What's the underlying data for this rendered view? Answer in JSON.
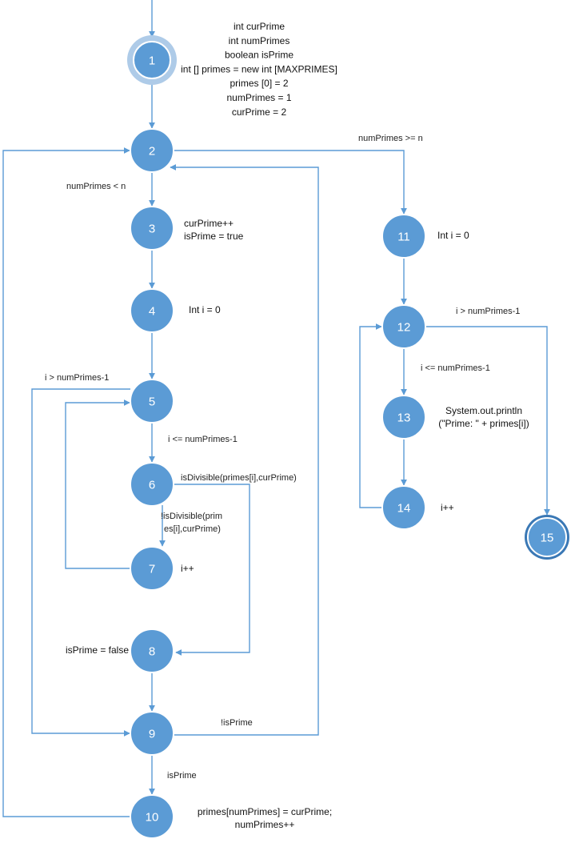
{
  "nodes": [
    {
      "id": "1",
      "label": "1",
      "type": "start"
    },
    {
      "id": "2",
      "label": "2"
    },
    {
      "id": "3",
      "label": "3"
    },
    {
      "id": "4",
      "label": "4"
    },
    {
      "id": "5",
      "label": "5"
    },
    {
      "id": "6",
      "label": "6"
    },
    {
      "id": "7",
      "label": "7"
    },
    {
      "id": "8",
      "label": "8"
    },
    {
      "id": "9",
      "label": "9"
    },
    {
      "id": "10",
      "label": "10"
    },
    {
      "id": "11",
      "label": "11"
    },
    {
      "id": "12",
      "label": "12"
    },
    {
      "id": "13",
      "label": "13"
    },
    {
      "id": "14",
      "label": "14"
    },
    {
      "id": "15",
      "label": "15",
      "type": "end"
    }
  ],
  "node_code": {
    "n1": [
      "int curPrime",
      "int numPrimes",
      "boolean isPrime",
      "int [] primes = new int [MAXPRIMES]",
      "primes [0] = 2",
      "numPrimes = 1",
      "curPrime = 2"
    ],
    "n3": [
      "curPrime++",
      "isPrime = true"
    ],
    "n4": [
      "Int i = 0"
    ],
    "n7": [
      "i++"
    ],
    "n8": [
      "isPrime = false"
    ],
    "n10": [
      "primes[numPrimes] = curPrime;",
      "numPrimes++"
    ],
    "n11": [
      "Int i = 0"
    ],
    "n13": [
      "System.out.println",
      "(\"Prime: \" + primes[i])"
    ],
    "n14": [
      "i++"
    ]
  },
  "edges": [
    {
      "from": "entry",
      "to": "1"
    },
    {
      "from": "1",
      "to": "2"
    },
    {
      "from": "2",
      "to": "3",
      "label": "numPrimes < n"
    },
    {
      "from": "2",
      "to": "11",
      "label": "numPrimes >= n"
    },
    {
      "from": "3",
      "to": "4"
    },
    {
      "from": "4",
      "to": "5"
    },
    {
      "from": "5",
      "to": "6",
      "label": "i <= numPrimes-1"
    },
    {
      "from": "5",
      "to": "9",
      "label": "i > numPrimes-1"
    },
    {
      "from": "6",
      "to": "7",
      "label": [
        "!isDivisible(prim",
        "es[i],curPrime)"
      ]
    },
    {
      "from": "6",
      "to": "8",
      "label": "isDivisible(primes[i],curPrime)"
    },
    {
      "from": "7",
      "to": "5"
    },
    {
      "from": "8",
      "to": "9"
    },
    {
      "from": "9",
      "to": "2",
      "label": "!isPrime"
    },
    {
      "from": "9",
      "to": "10",
      "label": "isPrime"
    },
    {
      "from": "10",
      "to": "2"
    },
    {
      "from": "11",
      "to": "12"
    },
    {
      "from": "12",
      "to": "13",
      "label": "i <= numPrimes-1"
    },
    {
      "from": "12",
      "to": "15",
      "label": "i > numPrimes-1"
    },
    {
      "from": "13",
      "to": "14"
    },
    {
      "from": "14",
      "to": "12"
    }
  ],
  "colors": {
    "node_fill": "#5b9bd5",
    "ring": "#aecbe8",
    "edge": "#5b9bd5"
  }
}
